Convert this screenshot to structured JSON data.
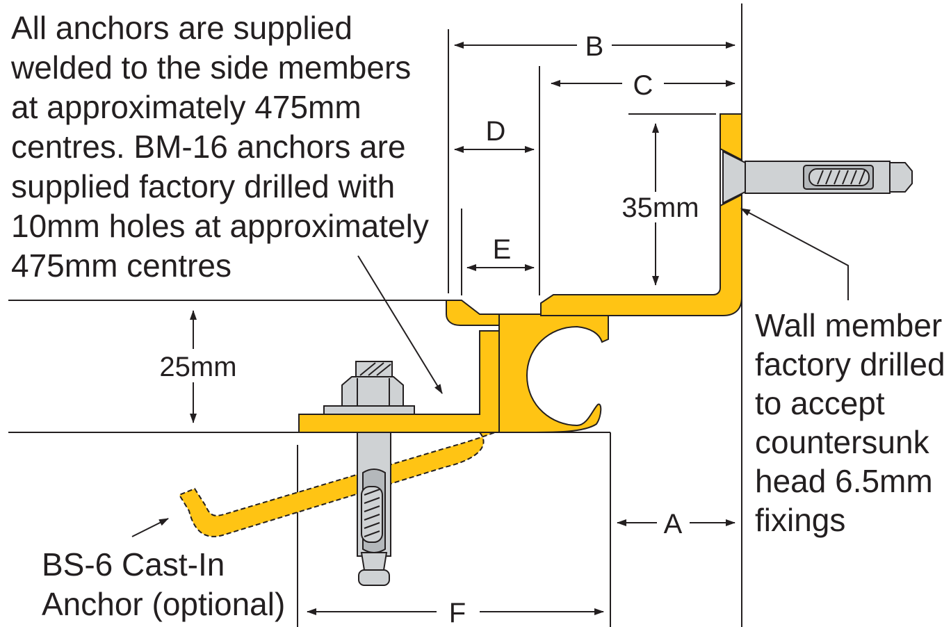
{
  "notes": {
    "anchors_text": [
      "All anchors are supplied",
      "welded to the side members",
      "at approximately 475mm",
      "centres. BM-16 anchors are",
      "supplied factory drilled with",
      "10mm holes at approximately",
      "475mm centres"
    ],
    "wall_member_text": [
      "Wall member",
      "factory drilled",
      "to accept",
      "countersunk",
      "head 6.5mm",
      "fixings"
    ],
    "cast_in_text": [
      "BS-6 Cast-In",
      "Anchor (optional)"
    ]
  },
  "dimensions": {
    "a": "A",
    "b": "B",
    "c": "C",
    "d": "D",
    "e": "E",
    "f": "F",
    "height_35": "35mm",
    "height_25": "25mm"
  },
  "colors": {
    "profile": "#ffc414",
    "steel": "#cfd2d4",
    "ink": "#231f20"
  }
}
